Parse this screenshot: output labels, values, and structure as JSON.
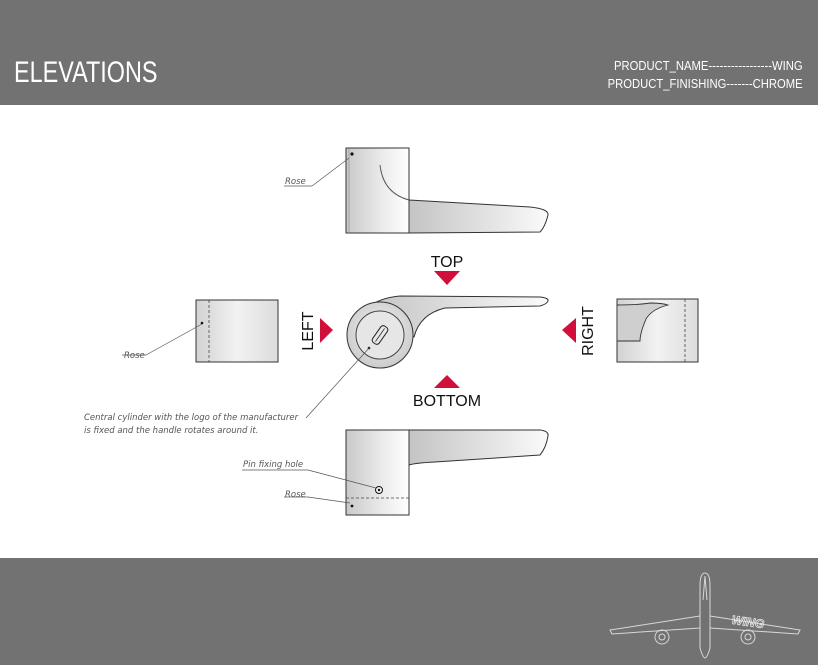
{
  "header": {
    "title": "ELEVATIONS",
    "product_name_line": "PRODUCT_NAME-----------------WING",
    "product_finishing_line": "PRODUCT_FINISHING-------CHROME"
  },
  "drawing": {
    "directions": {
      "top": "TOP",
      "bottom": "BOTTOM",
      "left": "LEFT",
      "right": "RIGHT"
    },
    "callouts": {
      "rose_top": "Rose",
      "rose_left": "Rose",
      "cylinder_line1": "Central cylinder with the logo of the manufacturer",
      "cylinder_line2": "is fixed and the handle rotates around it.",
      "pin_hole": "Pin fixing hole",
      "rose_bottom": "Rose"
    },
    "accent_color": "#d0103a"
  },
  "footer": {
    "logo_text": "WING"
  }
}
